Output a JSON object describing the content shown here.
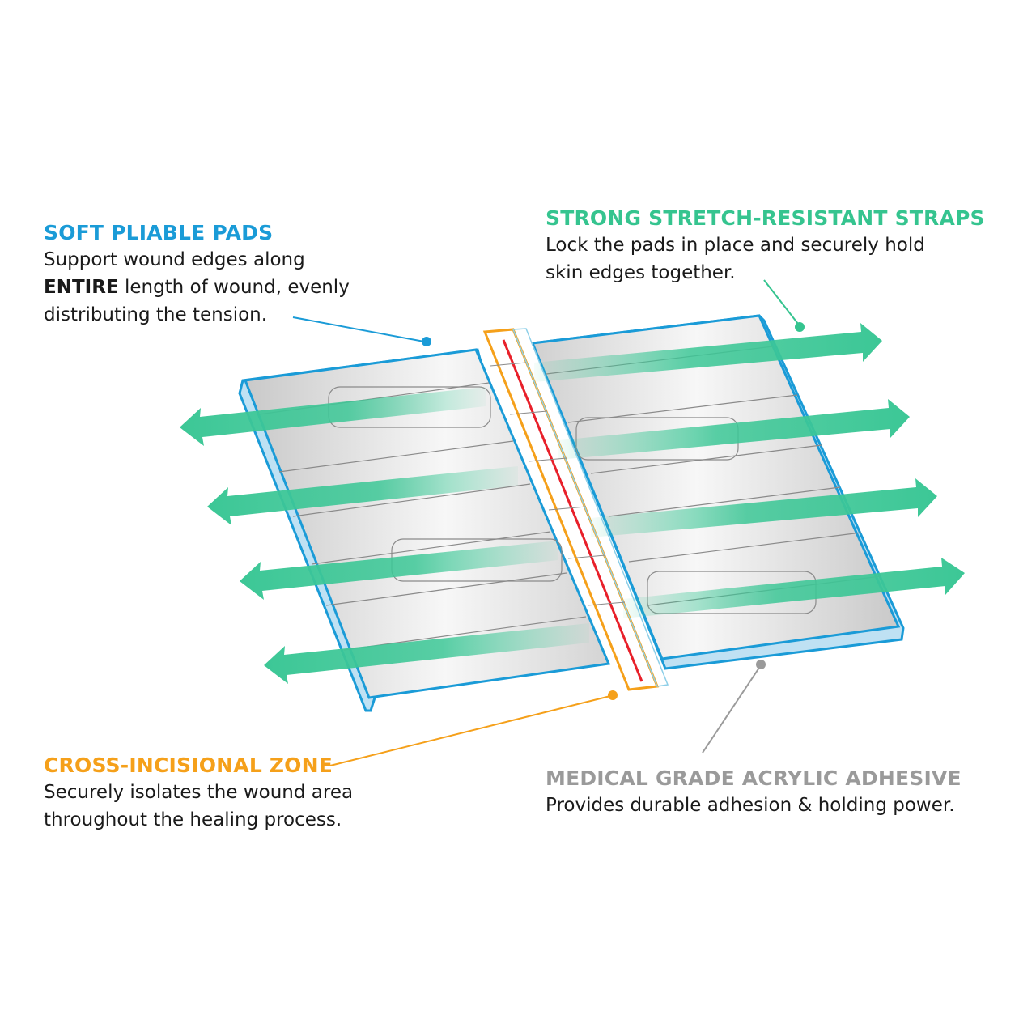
{
  "colors": {
    "pads": "#1a9bd7",
    "straps": "#35c48f",
    "zone": "#f5a01a",
    "incision": "#e8202a",
    "adhesive": "#9a9a9a"
  },
  "callouts": {
    "pads": {
      "heading": "SOFT PLIABLE PADS",
      "line1": "Support wound edges along",
      "line2_bold": "ENTIRE",
      "line2_rest": " length of wound, evenly",
      "line3": "distributing the tension."
    },
    "straps": {
      "heading": "STRONG STRETCH-RESISTANT STRAPS",
      "line1": "Lock the pads in place and securely hold",
      "line2": "skin edges together."
    },
    "zone": {
      "heading": "CROSS-INCISIONAL ZONE",
      "line1": "Securely isolates the wound area",
      "line2": "throughout the healing process."
    },
    "adhesive": {
      "heading": "MEDICAL GRADE ACRYLIC ADHESIVE",
      "line1": "Provides durable adhesion & holding power."
    }
  }
}
